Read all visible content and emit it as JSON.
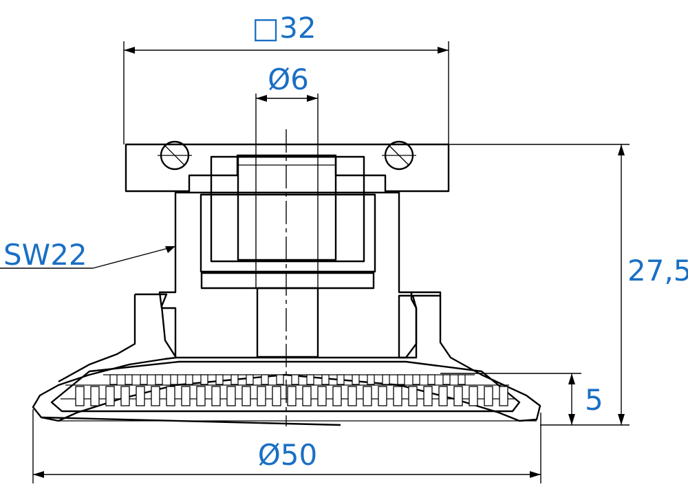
{
  "dimensions": {
    "square": "□32",
    "bore": "Ø6",
    "wrench": "SW22",
    "height_total": "27,5",
    "height_lip": "5",
    "diameter": "Ø50"
  },
  "colors": {
    "dimension_text": "#1a6fc4",
    "linework": "#000000",
    "background": "#ffffff"
  }
}
